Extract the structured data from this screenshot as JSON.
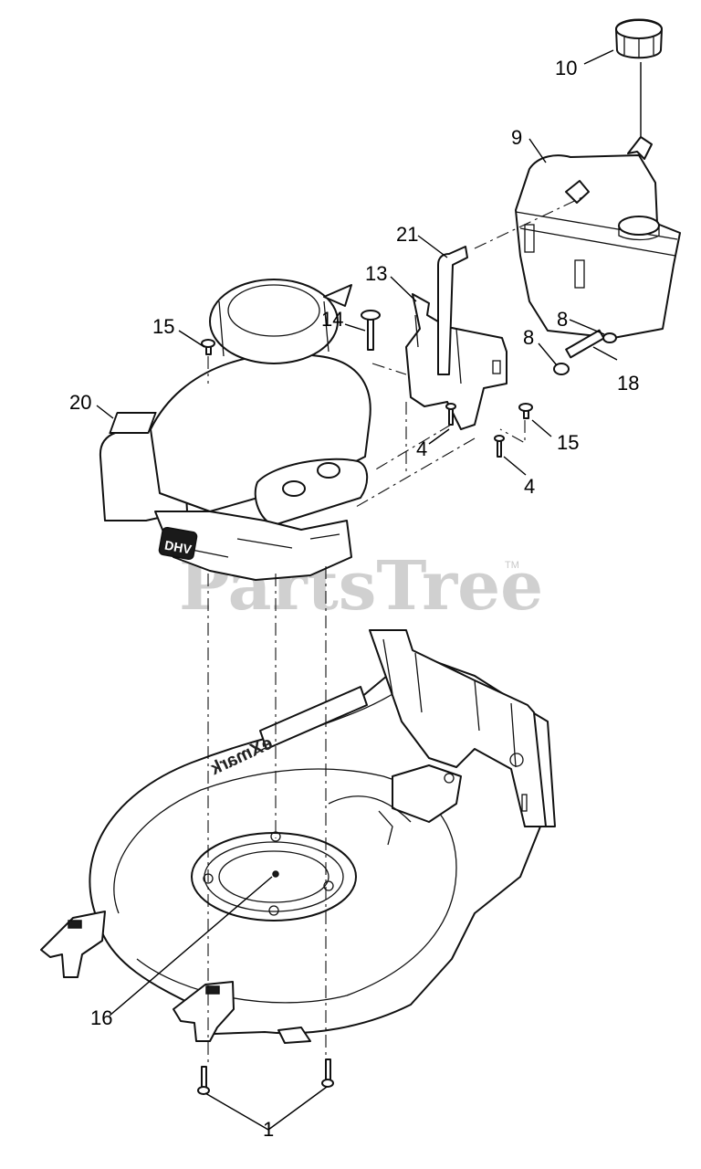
{
  "watermark": {
    "text": "PartsTree",
    "trademark": "TM"
  },
  "logo_text": "eXmark",
  "engine_badge": "DHV",
  "callouts": [
    {
      "id": "c10",
      "text": "10"
    },
    {
      "id": "c9",
      "text": "9"
    },
    {
      "id": "c21",
      "text": "21"
    },
    {
      "id": "c13",
      "text": "13"
    },
    {
      "id": "c14",
      "text": "14"
    },
    {
      "id": "c15a",
      "text": "15"
    },
    {
      "id": "c20",
      "text": "20"
    },
    {
      "id": "c8a",
      "text": "8"
    },
    {
      "id": "c8b",
      "text": "8"
    },
    {
      "id": "c18",
      "text": "18"
    },
    {
      "id": "c4a",
      "text": "4"
    },
    {
      "id": "c15b",
      "text": "15"
    },
    {
      "id": "c4b",
      "text": "4"
    },
    {
      "id": "c16",
      "text": "16"
    },
    {
      "id": "c1",
      "text": "1"
    }
  ]
}
